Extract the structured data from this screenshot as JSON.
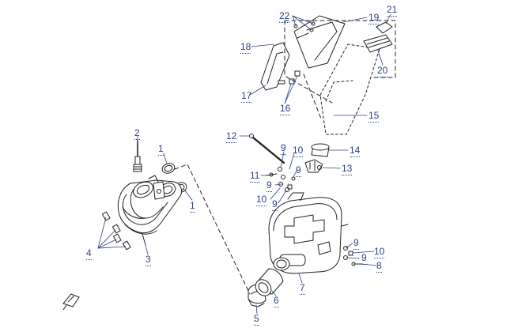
{
  "diagram": {
    "callouts": [
      {
        "id": "c1a",
        "label": "1"
      },
      {
        "id": "c1b",
        "label": "1"
      },
      {
        "id": "c2",
        "label": "2"
      },
      {
        "id": "c3",
        "label": "3"
      },
      {
        "id": "c4",
        "label": "4"
      },
      {
        "id": "c5",
        "label": "5"
      },
      {
        "id": "c6",
        "label": "6"
      },
      {
        "id": "c7",
        "label": "7"
      },
      {
        "id": "c8",
        "label": "8"
      },
      {
        "id": "c9a",
        "label": "9"
      },
      {
        "id": "c9b",
        "label": "9"
      },
      {
        "id": "c9c",
        "label": "9"
      },
      {
        "id": "c9d",
        "label": "9"
      },
      {
        "id": "c9e",
        "label": "9"
      },
      {
        "id": "c9f",
        "label": "9"
      },
      {
        "id": "c10a",
        "label": "10"
      },
      {
        "id": "c10b",
        "label": "10"
      },
      {
        "id": "c10c",
        "label": "10"
      },
      {
        "id": "c11",
        "label": "11"
      },
      {
        "id": "c12",
        "label": "12"
      },
      {
        "id": "c13",
        "label": "13"
      },
      {
        "id": "c14",
        "label": "14"
      },
      {
        "id": "c15",
        "label": "15"
      },
      {
        "id": "c16",
        "label": "16"
      },
      {
        "id": "c17",
        "label": "17"
      },
      {
        "id": "c18",
        "label": "18"
      },
      {
        "id": "c19",
        "label": "19"
      },
      {
        "id": "c20",
        "label": "20"
      },
      {
        "id": "c21",
        "label": "21"
      },
      {
        "id": "c22",
        "label": "22"
      }
    ],
    "colors": {
      "line": "#222222",
      "callout": "#2b3f88",
      "background": "#ffffff"
    },
    "icons": {
      "orientation": "direction-arrow-icon"
    }
  }
}
